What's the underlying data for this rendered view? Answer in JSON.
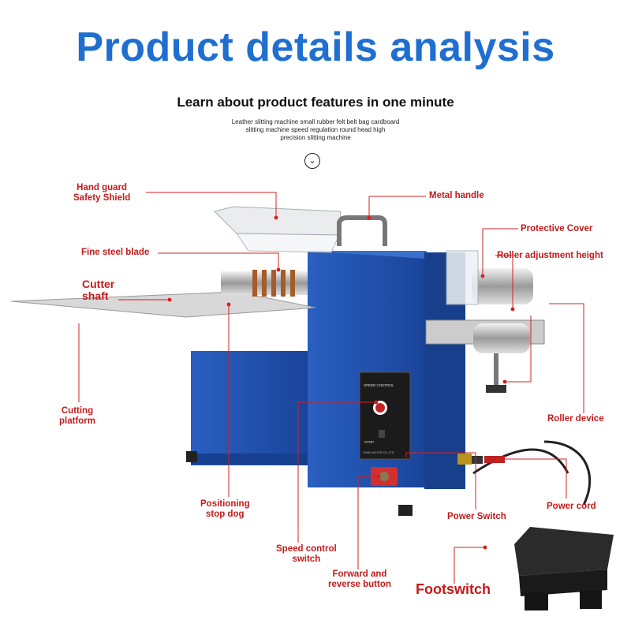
{
  "header": {
    "title": "Product details analysis",
    "subtitle": "Learn about product features in one minute",
    "description_lines": [
      "Leather slitting machine small rubber felt belt bag cardboard",
      "slitting machine speed regulation round head high",
      "precision slitting machine"
    ]
  },
  "labels": {
    "hand_guard_1": "Hand guard",
    "hand_guard_2": "Safety Shield",
    "metal_handle": "Metal handle",
    "protective_cover": "Protective Cover",
    "fine_steel_blade": "Fine steel blade",
    "roller_adjustment": "Roller adjustment height",
    "cutter_shaft_1": "Cutter",
    "cutter_shaft_2": "shaft",
    "cutting_platform_1": "Cutting",
    "cutting_platform_2": "platform",
    "roller_device": "Roller device",
    "positioning_1": "Positioning",
    "positioning_2": "stop dog",
    "power_cord": "Power cord",
    "power_switch": "Power Switch",
    "speed_control_1": "Speed control",
    "speed_control_2": "switch",
    "forward_reverse_1": "Forward and",
    "forward_reverse_2": "reverse button",
    "footswitch": "Footswitch"
  },
  "panel": {
    "speed_control": "SPEED CONTROL",
    "stop": "STOP",
    "maker": "TIANLI MOTOR CO.,LTD"
  },
  "colors": {
    "title_blue": "#1f6fd1",
    "label_red": "#c41a1a",
    "machine_blue": "#1e4fa8",
    "leader_red": "#d42020"
  },
  "icons": {
    "scroll_down": "chevron-down-circle-icon"
  }
}
